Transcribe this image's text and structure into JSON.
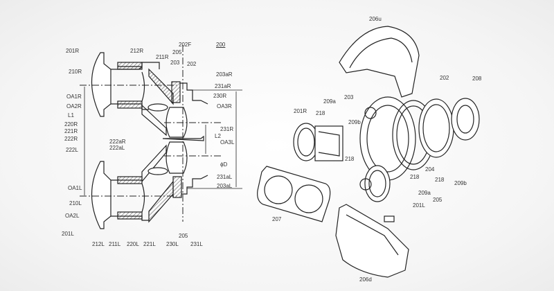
{
  "figure_left": {
    "title_ref": "200",
    "labels": [
      "201R",
      "212R",
      "211R",
      "202F",
      "205",
      "203",
      "202",
      "210R",
      "203aR",
      "231aR",
      "OA1R",
      "230R",
      "OA2R",
      "OA3R",
      "L1",
      "220R",
      "221R",
      "222R",
      "231R",
      "222aR",
      "L2",
      "222aL",
      "OA3L",
      "222L",
      "ϕD",
      "231aL",
      "203aL",
      "OA1L",
      "210L",
      "OA2L",
      "201L",
      "212L",
      "211L",
      "220L",
      "221L",
      "230L",
      "205",
      "231L"
    ]
  },
  "figure_right": {
    "labels": [
      "206u",
      "202",
      "208",
      "203",
      "209a",
      "218",
      "201R",
      "209b",
      "218",
      "204",
      "218",
      "209b",
      "218",
      "209a",
      "205",
      "201L",
      "207",
      "206d"
    ]
  }
}
